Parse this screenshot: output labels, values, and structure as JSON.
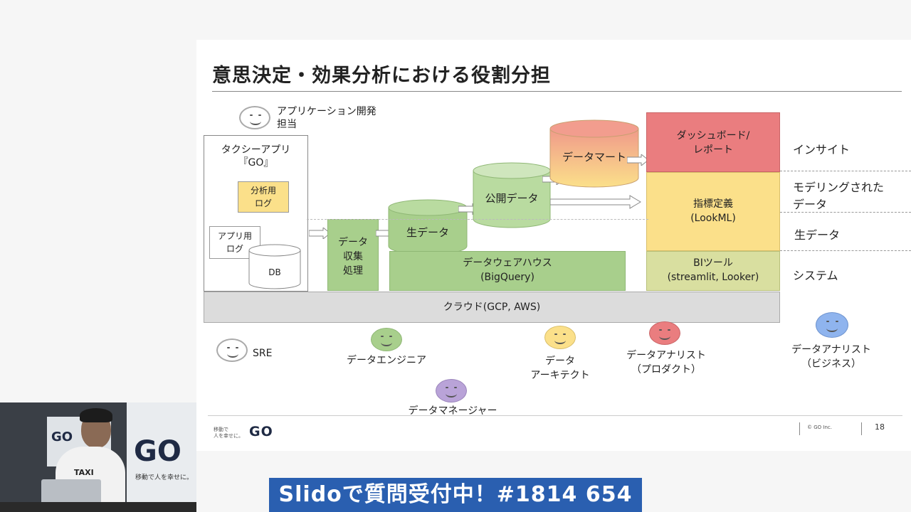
{
  "slide": {
    "title": "意思決定・効果分析における役割分担",
    "page_number": "18",
    "copyright": "© GO Inc.",
    "footer_tagline_1": "移動で",
    "footer_tagline_2": "人を幸せに。",
    "footer_logo": "GO"
  },
  "roles": {
    "app_dev_1": "アプリケーション開発",
    "app_dev_2": "担当",
    "sre": "SRE",
    "data_engineer": "データエンジニア",
    "data_architect_1": "データ",
    "data_architect_2": "アーキテクト",
    "data_manager": "データマネージャー",
    "analyst_product_1": "データアナリスト",
    "analyst_product_2": "（プロダクト）",
    "analyst_biz_1": "データアナリスト",
    "analyst_biz_2": "（ビジネス）"
  },
  "app": {
    "name_1": "タクシーアプリ",
    "name_2": "『GO』",
    "analysis_log_1": "分析用",
    "analysis_log_2": "ログ",
    "app_log_1": "アプリ用",
    "app_log_2": "ログ",
    "db": "DB"
  },
  "pipeline": {
    "collect_1": "データ",
    "collect_2": "収集",
    "collect_3": "処理",
    "raw": "生データ",
    "public": "公開データ",
    "mart": "データマート",
    "dwh_1": "データウェアハウス",
    "dwh_2": "(BigQuery)",
    "cloud": "クラウド(GCP, AWS)"
  },
  "bi": {
    "dashboard_1": "ダッシュボード/",
    "dashboard_2": "レポート",
    "metrics_1": "指標定義",
    "metrics_2": "(LookML)",
    "tool_1": "BIツール",
    "tool_2": "(streamlit, Looker)"
  },
  "layers": {
    "insight": "インサイト",
    "modeled_1": "モデリングされた",
    "modeled_2": "データ",
    "raw": "生データ",
    "system": "システム"
  },
  "stream": {
    "banner": "Slidoで質問受付中！#1814 654",
    "backdrop_logo": "GO",
    "backdrop_tagline": "移動で人を幸せに。",
    "shirt_text": "TAXI"
  },
  "colors": {
    "green": "#a8cf8c",
    "yellow": "#fbe08a",
    "red": "#ea7d7f",
    "blue": "#8fb4ee",
    "purple": "#b9a3d8",
    "banner": "#2a5fb0"
  }
}
